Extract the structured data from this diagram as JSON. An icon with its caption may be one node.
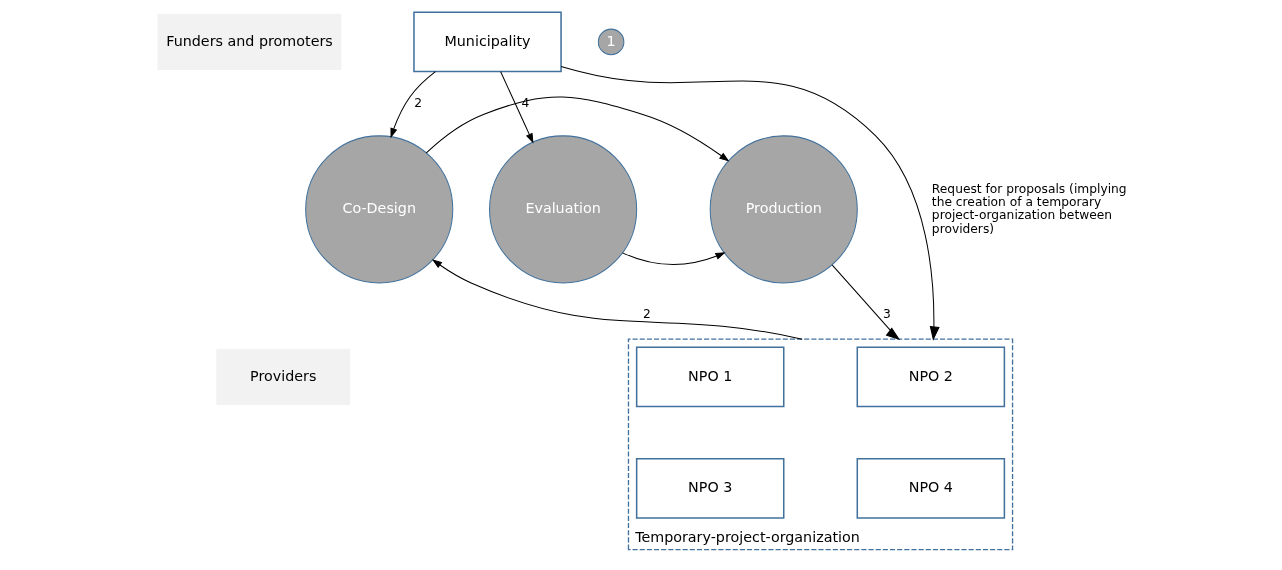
{
  "diagram": {
    "nodes": [
      {
        "text": [
          "Funders and promoters"
        ]
      },
      {
        "text": [
          "Providers"
        ]
      },
      {
        "text": [
          "Municipality"
        ]
      },
      {
        "text": [
          "Temporary-project-organization"
        ]
      },
      {
        "text": [
          "NPO 1"
        ],
        "in": 3
      },
      {
        "text": [
          "NPO 2"
        ],
        "in": 3
      },
      {
        "text": [
          "NPO 3"
        ],
        "in": 3
      },
      {
        "text": [
          "NPO 4"
        ],
        "in": 3
      },
      {
        "text": [
          "Co-Design"
        ]
      },
      {
        "text": [
          "Production"
        ]
      },
      {
        "text": [
          "Evaluation"
        ]
      }
    ],
    "edges": [
      {
        "from": 2,
        "to": 8,
        "arrow": "to",
        "label": "2"
      },
      {
        "from": 2,
        "to": 10,
        "arrow": "to",
        "label": "4"
      },
      {
        "from": 2,
        "to": 3,
        "arrow": "to",
        "label": "Request for proposals (implying the creation of a temporary project-organization between providers)"
      },
      {
        "from": 8,
        "to": 9,
        "arrow": "to"
      },
      {
        "from": 10,
        "to": 9,
        "arrow": "to"
      },
      {
        "from": 3,
        "to": 8,
        "arrow": "to",
        "label": "2"
      },
      {
        "from": 9,
        "to": 3,
        "arrow": "to",
        "label": "3"
      }
    ],
    "labels": [
      "1"
    ]
  }
}
